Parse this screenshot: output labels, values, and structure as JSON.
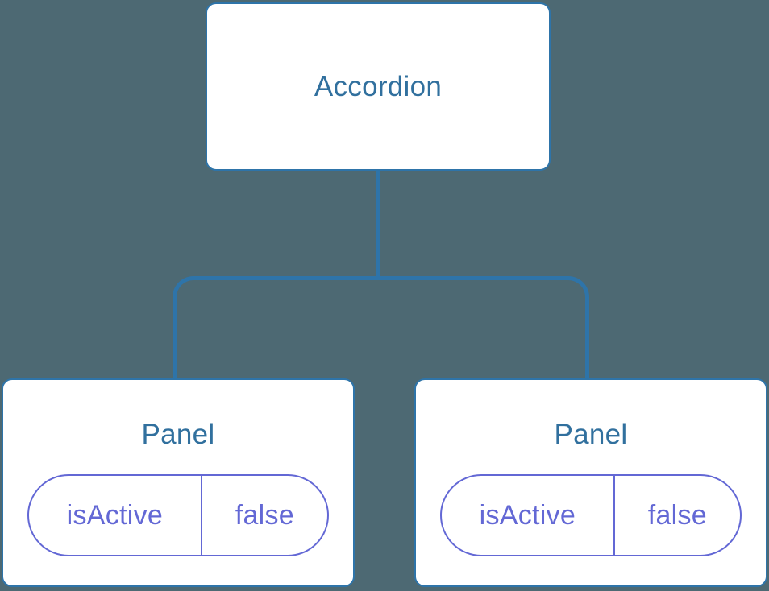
{
  "diagram": {
    "root": {
      "label": "Accordion"
    },
    "children": [
      {
        "label": "Panel",
        "state": {
          "name": "isActive",
          "value": "false"
        }
      },
      {
        "label": "Panel",
        "state": {
          "name": "isActive",
          "value": "false"
        }
      }
    ]
  },
  "colors": {
    "background": "#4d6973",
    "node_background": "#ffffff",
    "node_border": "#2e74a9",
    "node_label_text": "#31709e",
    "connector_line": "#2e74a9",
    "state_pill_accent": "#6368d5"
  }
}
